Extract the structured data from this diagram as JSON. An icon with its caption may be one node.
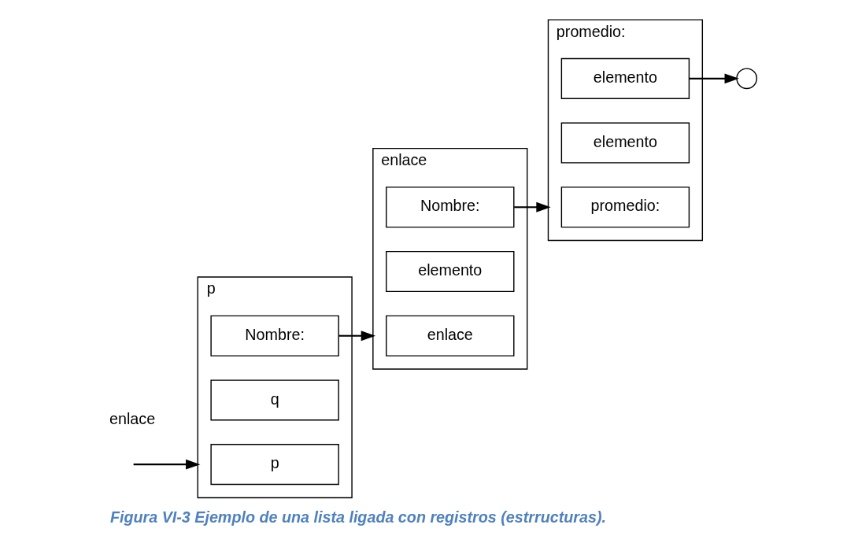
{
  "diagram": {
    "caption": "Figura VI-3 Ejemplo de una lista ligada con registros (estrructuras).",
    "nodes": [
      {
        "text": [
          "p"
        ]
      },
      {
        "text": [
          "p"
        ],
        "in": 0
      },
      {
        "text": [
          "q"
        ],
        "in": 0
      },
      {
        "text": [
          "Nombre:"
        ],
        "in": 0
      },
      {
        "text": [
          "enlace"
        ]
      },
      {
        "text": [
          "enlace"
        ],
        "in": 4
      },
      {
        "text": [
          "elemento"
        ],
        "in": 4
      },
      {
        "text": [
          "Nombre:"
        ],
        "in": 4
      },
      {
        "text": [
          "promedio:"
        ]
      },
      {
        "text": [
          "promedio:"
        ],
        "in": 8
      },
      {
        "text": [
          "elemento"
        ],
        "in": 8
      },
      {
        "text": [
          "elemento"
        ],
        "in": 8
      },
      {
        "text": [],
        "shape": "circle"
      }
    ],
    "edges": [
      {
        "from": null,
        "to": 0,
        "arrow": "to"
      },
      {
        "from": 3,
        "to": 4,
        "arrow": "to"
      },
      {
        "from": 7,
        "to": 8,
        "arrow": "to"
      },
      {
        "from": 11,
        "to": 12,
        "arrow": "to"
      }
    ],
    "labels": [
      "enlace"
    ]
  }
}
